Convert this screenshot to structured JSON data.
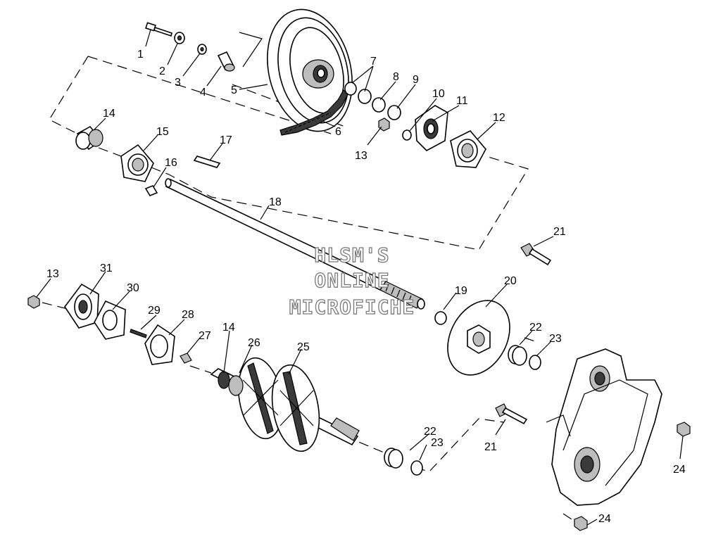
{
  "watermark": {
    "line1": "HLSM'S",
    "line2": "ONLINE",
    "line3": "MICROFICHE"
  },
  "callouts": [
    {
      "id": "c1",
      "text": "1"
    },
    {
      "id": "c2",
      "text": "2"
    },
    {
      "id": "c3",
      "text": "3"
    },
    {
      "id": "c4",
      "text": "4"
    },
    {
      "id": "c5",
      "text": "5"
    },
    {
      "id": "c6",
      "text": "6"
    },
    {
      "id": "c7",
      "text": "7"
    },
    {
      "id": "c8",
      "text": "8"
    },
    {
      "id": "c9",
      "text": "9"
    },
    {
      "id": "c10",
      "text": "10"
    },
    {
      "id": "c11",
      "text": "11"
    },
    {
      "id": "c12",
      "text": "12"
    },
    {
      "id": "c13a",
      "text": "13"
    },
    {
      "id": "c14a",
      "text": "14"
    },
    {
      "id": "c15",
      "text": "15"
    },
    {
      "id": "c16",
      "text": "16"
    },
    {
      "id": "c17",
      "text": "17"
    },
    {
      "id": "c18",
      "text": "18"
    },
    {
      "id": "c21a",
      "text": "21"
    },
    {
      "id": "c13b",
      "text": "13"
    },
    {
      "id": "c31",
      "text": "31"
    },
    {
      "id": "c30",
      "text": "30"
    },
    {
      "id": "c29",
      "text": "29"
    },
    {
      "id": "c28",
      "text": "28"
    },
    {
      "id": "c27",
      "text": "27"
    },
    {
      "id": "c14b",
      "text": "14"
    },
    {
      "id": "c26",
      "text": "26"
    },
    {
      "id": "c25",
      "text": "25"
    },
    {
      "id": "c19",
      "text": "19"
    },
    {
      "id": "c20",
      "text": "20"
    },
    {
      "id": "c22a",
      "text": "22"
    },
    {
      "id": "c23a",
      "text": "23"
    },
    {
      "id": "c22b",
      "text": "22"
    },
    {
      "id": "c23b",
      "text": "23"
    },
    {
      "id": "c21b",
      "text": "21"
    },
    {
      "id": "c24a",
      "text": "24"
    },
    {
      "id": "c24b",
      "text": "24"
    }
  ]
}
